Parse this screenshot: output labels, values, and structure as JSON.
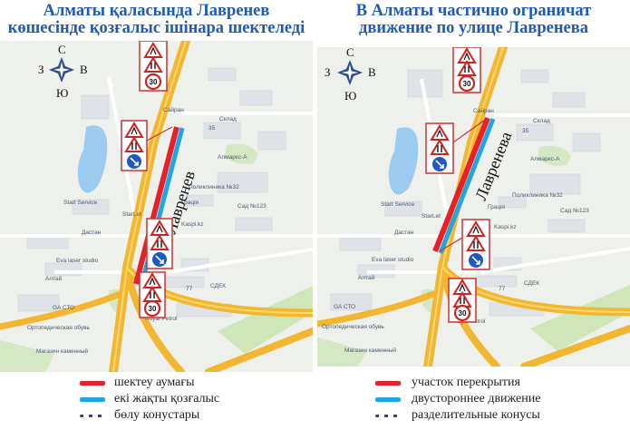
{
  "left": {
    "title_line1": "Алматы қаласында Лавренев",
    "title_line2": "көшесінде қозғалыс ішінара шектеледі",
    "street_label": "Лавренев",
    "compass": {
      "n": "С",
      "s": "Ю",
      "w": "З",
      "e": "В"
    },
    "map_labels": {
      "sayran": "Сайран",
      "sklad": "Склад",
      "almarks": "Алмаркс-А",
      "poliklinika": "Поликлиника №32",
      "gracia": "Грація",
      "sad": "Сад №123",
      "start_service": "Start Service",
      "starlet": "StarLet",
      "dastan": "Дастан",
      "kaspi": "Kaspi.kz",
      "evalaser": "Eva laser studio",
      "altai": "Алтай",
      "sdek": "СДЕК",
      "ga_sto": "GA СТО",
      "ortop": "Ортопедическая обувь",
      "royal_petrol": "Royal Petrol",
      "matkamen": "Магазин каменный",
      "num35": "35",
      "num77": "77"
    },
    "speed_limit": "30",
    "legend": [
      {
        "color": "#e8202a",
        "label": "шектеу аумағы"
      },
      {
        "color": "#1ea7e6",
        "label": "екі жақты қозғалыс"
      },
      {
        "color": "#5b2d8c",
        "label": "бөлу конустары"
      }
    ]
  },
  "right": {
    "title_line1": "В Алматы частично ограничат",
    "title_line2": "движение по улице Лавренева",
    "street_label": "Лавренева",
    "compass": {
      "n": "С",
      "s": "Ю",
      "w": "З",
      "e": "В"
    },
    "map_labels": {
      "sayran": "Сайран",
      "sklad": "Склад",
      "almarks": "Алмаркс-А",
      "poliklinika": "Поликлиника №32",
      "gracia": "Грація",
      "sad": "Сад №123",
      "start_service": "Start Service",
      "starlet": "StarLet",
      "dastan": "Дастан",
      "kaspi": "Kaspi.kz",
      "evalaser": "Eva laser studio",
      "altai": "Алтай",
      "sdek": "СДЕК",
      "ga_sto": "GA СТО",
      "ortop": "Ортопедическая обувь",
      "royal_petrol": "Royal Petrol",
      "matkamen": "Магазин каменный",
      "num35": "35",
      "num77": "77"
    },
    "speed_limit": "30",
    "legend": [
      {
        "color": "#e8202a",
        "label": "участок перекрытия"
      },
      {
        "color": "#1ea7e6",
        "label": "двустороннее движение"
      },
      {
        "color": "#5b2d8c",
        "label": "разделительные конусы"
      }
    ]
  }
}
